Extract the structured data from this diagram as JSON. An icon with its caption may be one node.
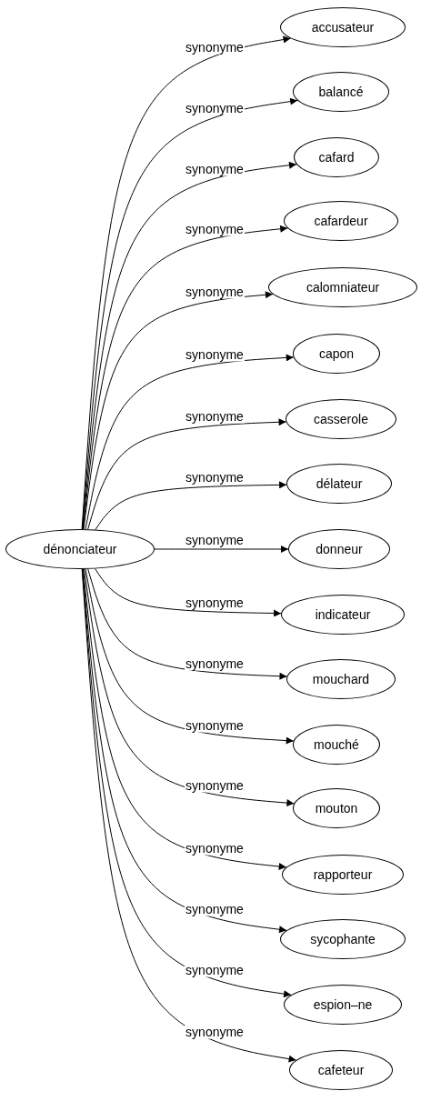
{
  "diagram": {
    "nodes": [
      {
        "text": [
          "dénonciateur"
        ]
      },
      {
        "text": [
          "accusateur"
        ]
      },
      {
        "text": [
          "balancé"
        ]
      },
      {
        "text": [
          "cafard"
        ]
      },
      {
        "text": [
          "cafardeur"
        ]
      },
      {
        "text": [
          "calomniateur"
        ]
      },
      {
        "text": [
          "capon"
        ]
      },
      {
        "text": [
          "casserole"
        ]
      },
      {
        "text": [
          "délateur"
        ]
      },
      {
        "text": [
          "donneur"
        ]
      },
      {
        "text": [
          "indicateur"
        ]
      },
      {
        "text": [
          "mouchard"
        ]
      },
      {
        "text": [
          "mouché"
        ]
      },
      {
        "text": [
          "mouton"
        ]
      },
      {
        "text": [
          "rapporteur"
        ]
      },
      {
        "text": [
          "sycophante"
        ]
      },
      {
        "text": [
          "espion–ne"
        ]
      },
      {
        "text": [
          "cafeteur"
        ]
      }
    ],
    "edges": [
      {
        "from": 0,
        "to": 1,
        "arrow": "to",
        "label": "synonyme"
      },
      {
        "from": 0,
        "to": 2,
        "arrow": "to",
        "label": "synonyme"
      },
      {
        "from": 0,
        "to": 3,
        "arrow": "to",
        "label": "synonyme"
      },
      {
        "from": 0,
        "to": 4,
        "arrow": "to",
        "label": "synonyme"
      },
      {
        "from": 0,
        "to": 5,
        "arrow": "to",
        "label": "synonyme"
      },
      {
        "from": 0,
        "to": 6,
        "arrow": "to",
        "label": "synonyme"
      },
      {
        "from": 0,
        "to": 7,
        "arrow": "to",
        "label": "synonyme"
      },
      {
        "from": 0,
        "to": 8,
        "arrow": "to",
        "label": "synonyme"
      },
      {
        "from": 0,
        "to": 9,
        "arrow": "to",
        "label": "synonyme"
      },
      {
        "from": 0,
        "to": 10,
        "arrow": "to",
        "label": "synonyme"
      },
      {
        "from": 0,
        "to": 11,
        "arrow": "to",
        "label": "synonyme"
      },
      {
        "from": 0,
        "to": 12,
        "arrow": "to",
        "label": "synonyme"
      },
      {
        "from": 0,
        "to": 13,
        "arrow": "to",
        "label": "synonyme"
      },
      {
        "from": 0,
        "to": 14,
        "arrow": "to",
        "label": "synonyme"
      },
      {
        "from": 0,
        "to": 15,
        "arrow": "to",
        "label": "synonyme"
      },
      {
        "from": 0,
        "to": 16,
        "arrow": "to",
        "label": "synonyme"
      },
      {
        "from": 0,
        "to": 17,
        "arrow": "to",
        "label": "synonyme"
      }
    ]
  }
}
